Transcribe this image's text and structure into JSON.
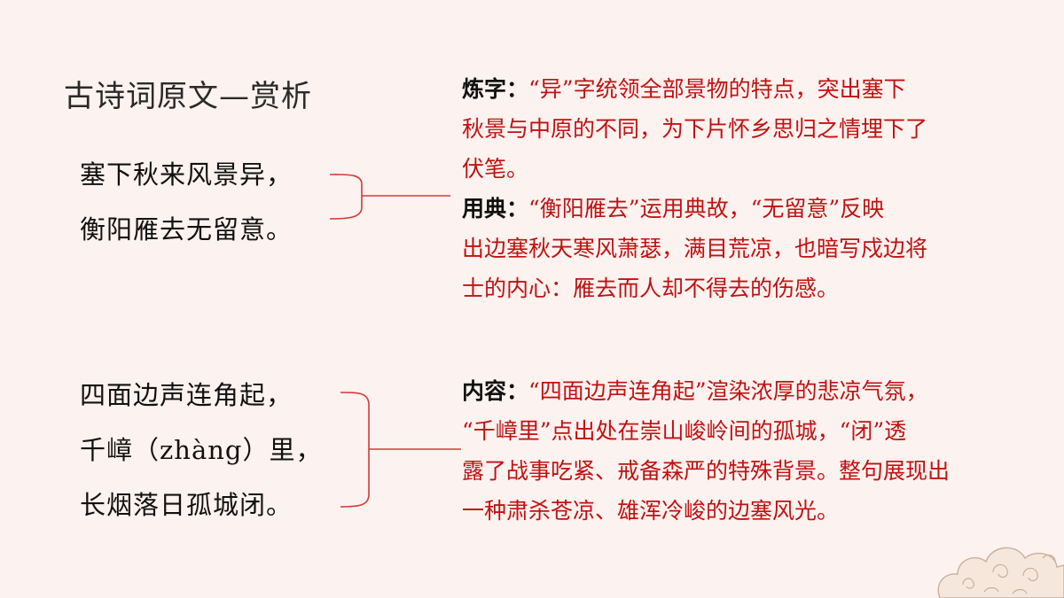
{
  "title": "古诗词原文—赏析",
  "poem_groups": [
    {
      "lines": [
        "塞下秋来风景异，",
        "衡阳雁去无留意。"
      ]
    },
    {
      "lines": [
        "四面边声连角起，",
        "千嶂（zhàng）里，",
        "长烟落日孤城闭。"
      ]
    }
  ],
  "analysis": {
    "lianzi": {
      "label": "炼字：",
      "lines": [
        "“异”字统领全部景物的特点，突出塞下",
        "秋景与中原的不同，为下片怀乡思归之情埋下了",
        "伏笔。"
      ]
    },
    "yongdian": {
      "label": "用典：",
      "lines": [
        "“衡阳雁去”运用典故，“无留意”反映",
        "出边塞秋天寒风萧瑟，满目荒凉，也暗写戍边将",
        "士的内心：雁去而人却不得去的伤感。"
      ]
    },
    "neirong": {
      "label": "内容：",
      "lines": [
        "“四面边声连角起”渲染浓厚的悲凉气氛，",
        "“千嶂里”点出处在崇山峻岭间的孤城，“闭”透",
        "露了战事吃紧、戒备森严的特殊背景。整句展现出",
        "一种肃杀苍凉、雄浑冷峻的边塞风光。"
      ]
    }
  },
  "colors": {
    "background": "#fcf2ef",
    "accent_red": "#c01212",
    "text_dark": "#111111",
    "bracket": "#d23a3a"
  },
  "decoration": {
    "icon": "auspicious-cloud-icon"
  }
}
